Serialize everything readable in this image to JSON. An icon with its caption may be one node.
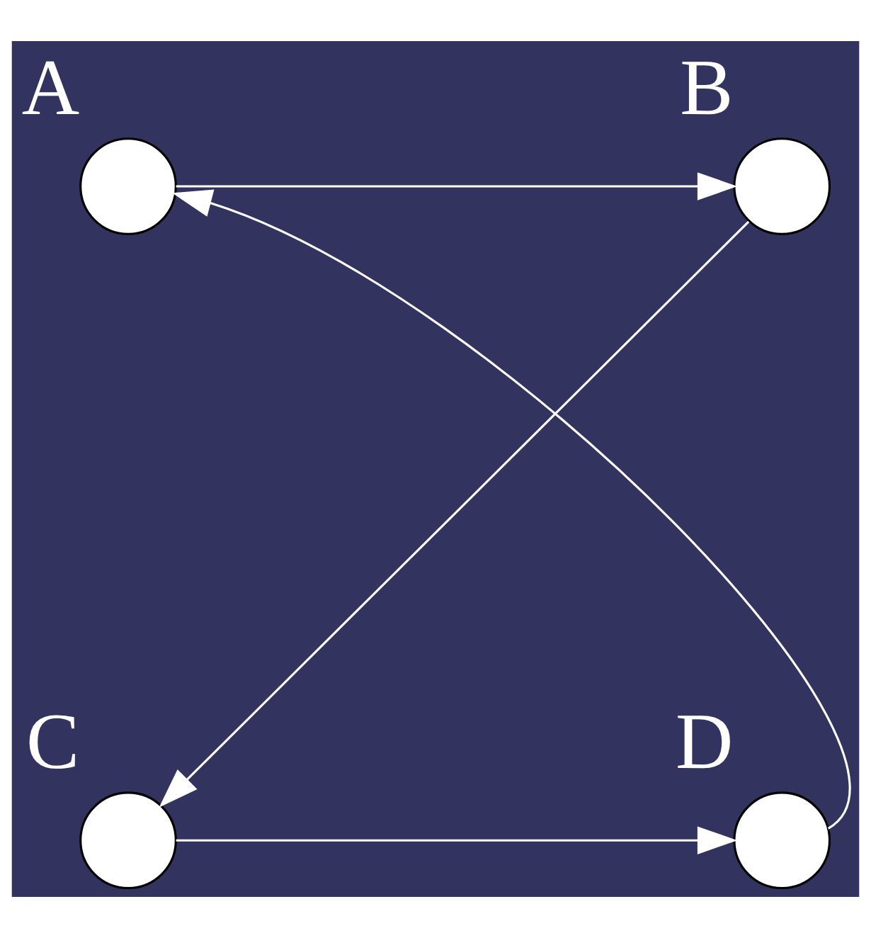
{
  "diagram": {
    "nodes": [
      {
        "text": [],
        "shape": "circle",
        "beside": [
          "A"
        ]
      },
      {
        "text": [],
        "shape": "circle",
        "beside": [
          "B"
        ]
      },
      {
        "text": [],
        "shape": "circle",
        "beside": [
          "C"
        ]
      },
      {
        "text": [],
        "shape": "circle",
        "beside": [
          "D"
        ]
      }
    ],
    "edges": [
      {
        "from": 0,
        "to": 1,
        "arrow": "to"
      },
      {
        "from": 1,
        "to": 2,
        "arrow": "to"
      },
      {
        "from": 2,
        "to": 3,
        "arrow": "to"
      },
      {
        "from": 3,
        "to": 0,
        "arrow": "to"
      }
    ]
  }
}
